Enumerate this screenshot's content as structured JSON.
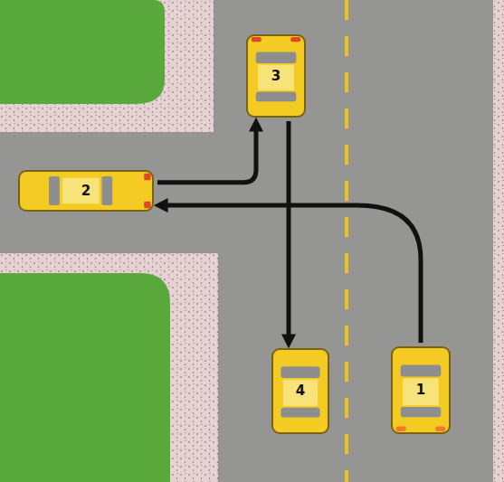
{
  "diagram": {
    "nodes": [
      {
        "text": [
          "3"
        ]
      },
      {
        "text": [
          "2"
        ]
      },
      {
        "text": [
          "4"
        ]
      },
      {
        "text": [
          "1"
        ]
      }
    ],
    "edges": [
      {
        "from": 1,
        "to": 0,
        "arrow": "to"
      },
      {
        "from": 3,
        "to": 1,
        "arrow": "to"
      },
      {
        "from": 0,
        "to": 2,
        "arrow": "to"
      }
    ]
  }
}
